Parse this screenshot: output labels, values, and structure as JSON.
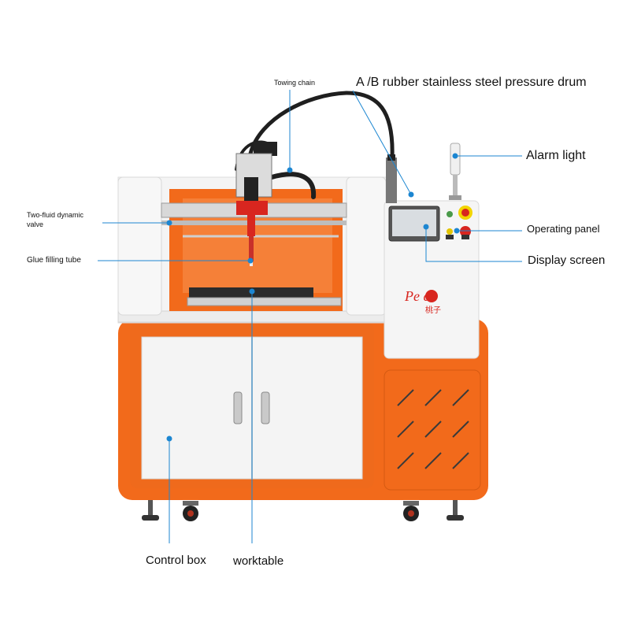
{
  "labels": {
    "towing_chain": "Towing chain",
    "pressure_drum": "A /B rubber stainless steel pressure drum",
    "alarm_light": "Alarm light",
    "two_fluid_valve_line1": "Two-fluid dynamic",
    "two_fluid_valve_line2": "valve",
    "operating_panel": "Operating panel",
    "glue_filling_tube": "Glue filling tube",
    "display_screen": "Display screen",
    "control_box": "Control box",
    "worktable": "worktable"
  },
  "brand": {
    "logo_text": "Pe ch",
    "logo_cn": "桃子"
  },
  "colors": {
    "orange": "#f26a1b",
    "leader_line": "#1c86d1",
    "body_white": "#f2f2f2",
    "dark_gray": "#3a3a3a"
  }
}
